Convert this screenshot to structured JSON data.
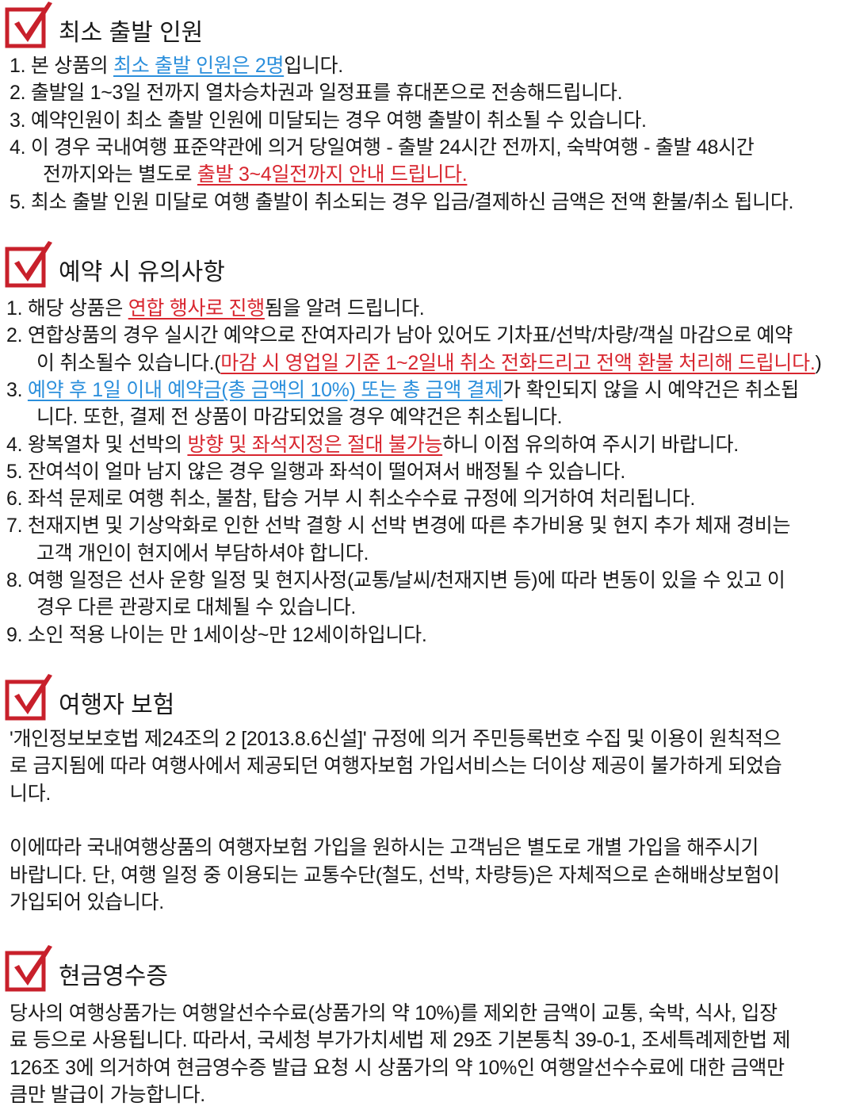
{
  "colors": {
    "red": "#d8262f",
    "blue": "#2b8fdc",
    "check": "#c8202b"
  },
  "sections": [
    {
      "title": "최소 출발 인원",
      "icon": "checkbox-checked-icon",
      "lines": [
        [
          {
            "t": "1. 본 상품의 "
          },
          {
            "t": "최소 출발 인원은 2명",
            "s": "blue"
          },
          {
            "t": "입니다."
          }
        ],
        [
          {
            "t": "2. 출발일 1~3일 전까지 열차승차권과 일정표를 휴대폰으로 전송해드립니다."
          }
        ],
        [
          {
            "t": "3. 예약인원이 최소 출발 인원에 미달되는 경우 여행 출발이 취소될 수 있습니다."
          }
        ],
        [
          {
            "t": "4. 이 경우 국내여행 표준약관에 의거 당일여행 - 출발 24시간 전까지, 숙박여행 - 출발 48시간"
          }
        ],
        [
          {
            "t": "전까지와는 별도로 ",
            "i": 1
          },
          {
            "t": "출발 3~4일전까지 안내 드립니다.",
            "s": "red"
          }
        ],
        [
          {
            "t": "5. 최소 출발 인원 미달로 여행 출발이 취소되는 경우 입금/결제하신 금액은 전액 환불/취소 됩니다."
          }
        ]
      ]
    },
    {
      "title": "예약 시 유의사항",
      "icon": "checkbox-checked-icon",
      "lines": [
        [
          {
            "t": "1. 해당 상품은 "
          },
          {
            "t": "연합 행사로 진행",
            "s": "red"
          },
          {
            "t": "됨을 알려 드립니다."
          }
        ],
        [
          {
            "t": "2. 연합상품의 경우 실시간 예약으로 잔여자리가 남아 있어도 기차표/선박/차량/객실 마감으로 예약"
          }
        ],
        [
          {
            "t": "이 취소될수 있습니다.(",
            "i": 1
          },
          {
            "t": "마감 시 영업일 기준 1~2일내 취소 전화드리고 전액 환불 처리해 드립니다.",
            "s": "red"
          },
          {
            "t": ")"
          }
        ],
        [
          {
            "t": "3. "
          },
          {
            "t": "예약 후 1일 이내 예약금(총 금액의 10%) 또는 총 금액 결제",
            "s": "blue"
          },
          {
            "t": "가 확인되지 않을 시 예약건은 취소됩"
          }
        ],
        [
          {
            "t": "니다. 또한, 결제 전 상품이 마감되었을 경우 예약건은 취소됩니다.",
            "i": 1
          }
        ],
        [
          {
            "t": "4. 왕복열차 및 선박의 "
          },
          {
            "t": "방향 및 좌석지정은 절대 불가능",
            "s": "red"
          },
          {
            "t": "하니 이점 유의하여 주시기 바랍니다."
          }
        ],
        [
          {
            "t": "5. 잔여석이 얼마 남지 않은 경우 일행과 좌석이 떨어져서 배정될 수 있습니다."
          }
        ],
        [
          {
            "t": "6. 좌석 문제로 여행 취소, 불참, 탑승 거부 시 취소수수료 규정에 의거하여 처리됩니다."
          }
        ],
        [
          {
            "t": "7. 천재지변 및 기상악화로 인한 선박 결항 시 선박 변경에 따른 추가비용 및 현지 추가 체재 경비는"
          }
        ],
        [
          {
            "t": "고객 개인이 현지에서 부담하셔야 합니다.",
            "i": 1
          }
        ],
        [
          {
            "t": "8. 여행 일정은 선사 운항 일정 및 현지사정(교통/날씨/천재지변 등)에 따라 변동이 있을 수 있고 이"
          }
        ],
        [
          {
            "t": "경우 다른 관광지로 대체될 수 있습니다.",
            "i": 1
          }
        ],
        [
          {
            "t": "9.  소인 적용 나이는 만 1세이상~만 12세이하입니다."
          }
        ]
      ]
    },
    {
      "title": "여행자 보험",
      "icon": "checkbox-checked-icon",
      "lines": [
        [
          {
            "t": "'개인정보보호법 제24조의 2 [2013.8.6신설]' 규정에 의거 주민등록번호 수집 및 이용이 원칙적으"
          }
        ],
        [
          {
            "t": "로 금지됨에 따라 여행사에서 제공되던 여행자보험 가입서비스는 더이상 제공이 불가하게 되었습"
          }
        ],
        [
          {
            "t": "니다."
          }
        ],
        [],
        [
          {
            "t": "이에따라 국내여행상품의 여행자보험 가입을 원하시는 고객님은 별도로 개별 가입을 해주시기"
          }
        ],
        [
          {
            "t": "바랍니다. 단, 여행 일정 중 이용되는 교통수단(철도, 선박, 차량등)은 자체적으로 손해배상보험이"
          }
        ],
        [
          {
            "t": "가입되어 있습니다."
          }
        ]
      ]
    },
    {
      "title": "현금영수증",
      "icon": "checkbox-checked-icon",
      "lines": [
        [
          {
            "t": "당사의 여행상품가는 여행알선수수료(상품가의 약 10%)를 제외한 금액이 교통, 숙박, 식사, 입장"
          }
        ],
        [
          {
            "t": "료 등으로 사용됩니다. 따라서, 국세청 부가가치세법 제 29조 기본통칙 39-0-1, 조세특례제한법 제"
          }
        ],
        [
          {
            "t": "126조 3에 의거하여 현금영수증 발급 요청 시 상품가의 약 10%인 여행알선수수료에 대한 금액만"
          }
        ],
        [
          {
            "t": "큼만 발급이 가능합니다."
          }
        ]
      ]
    }
  ]
}
